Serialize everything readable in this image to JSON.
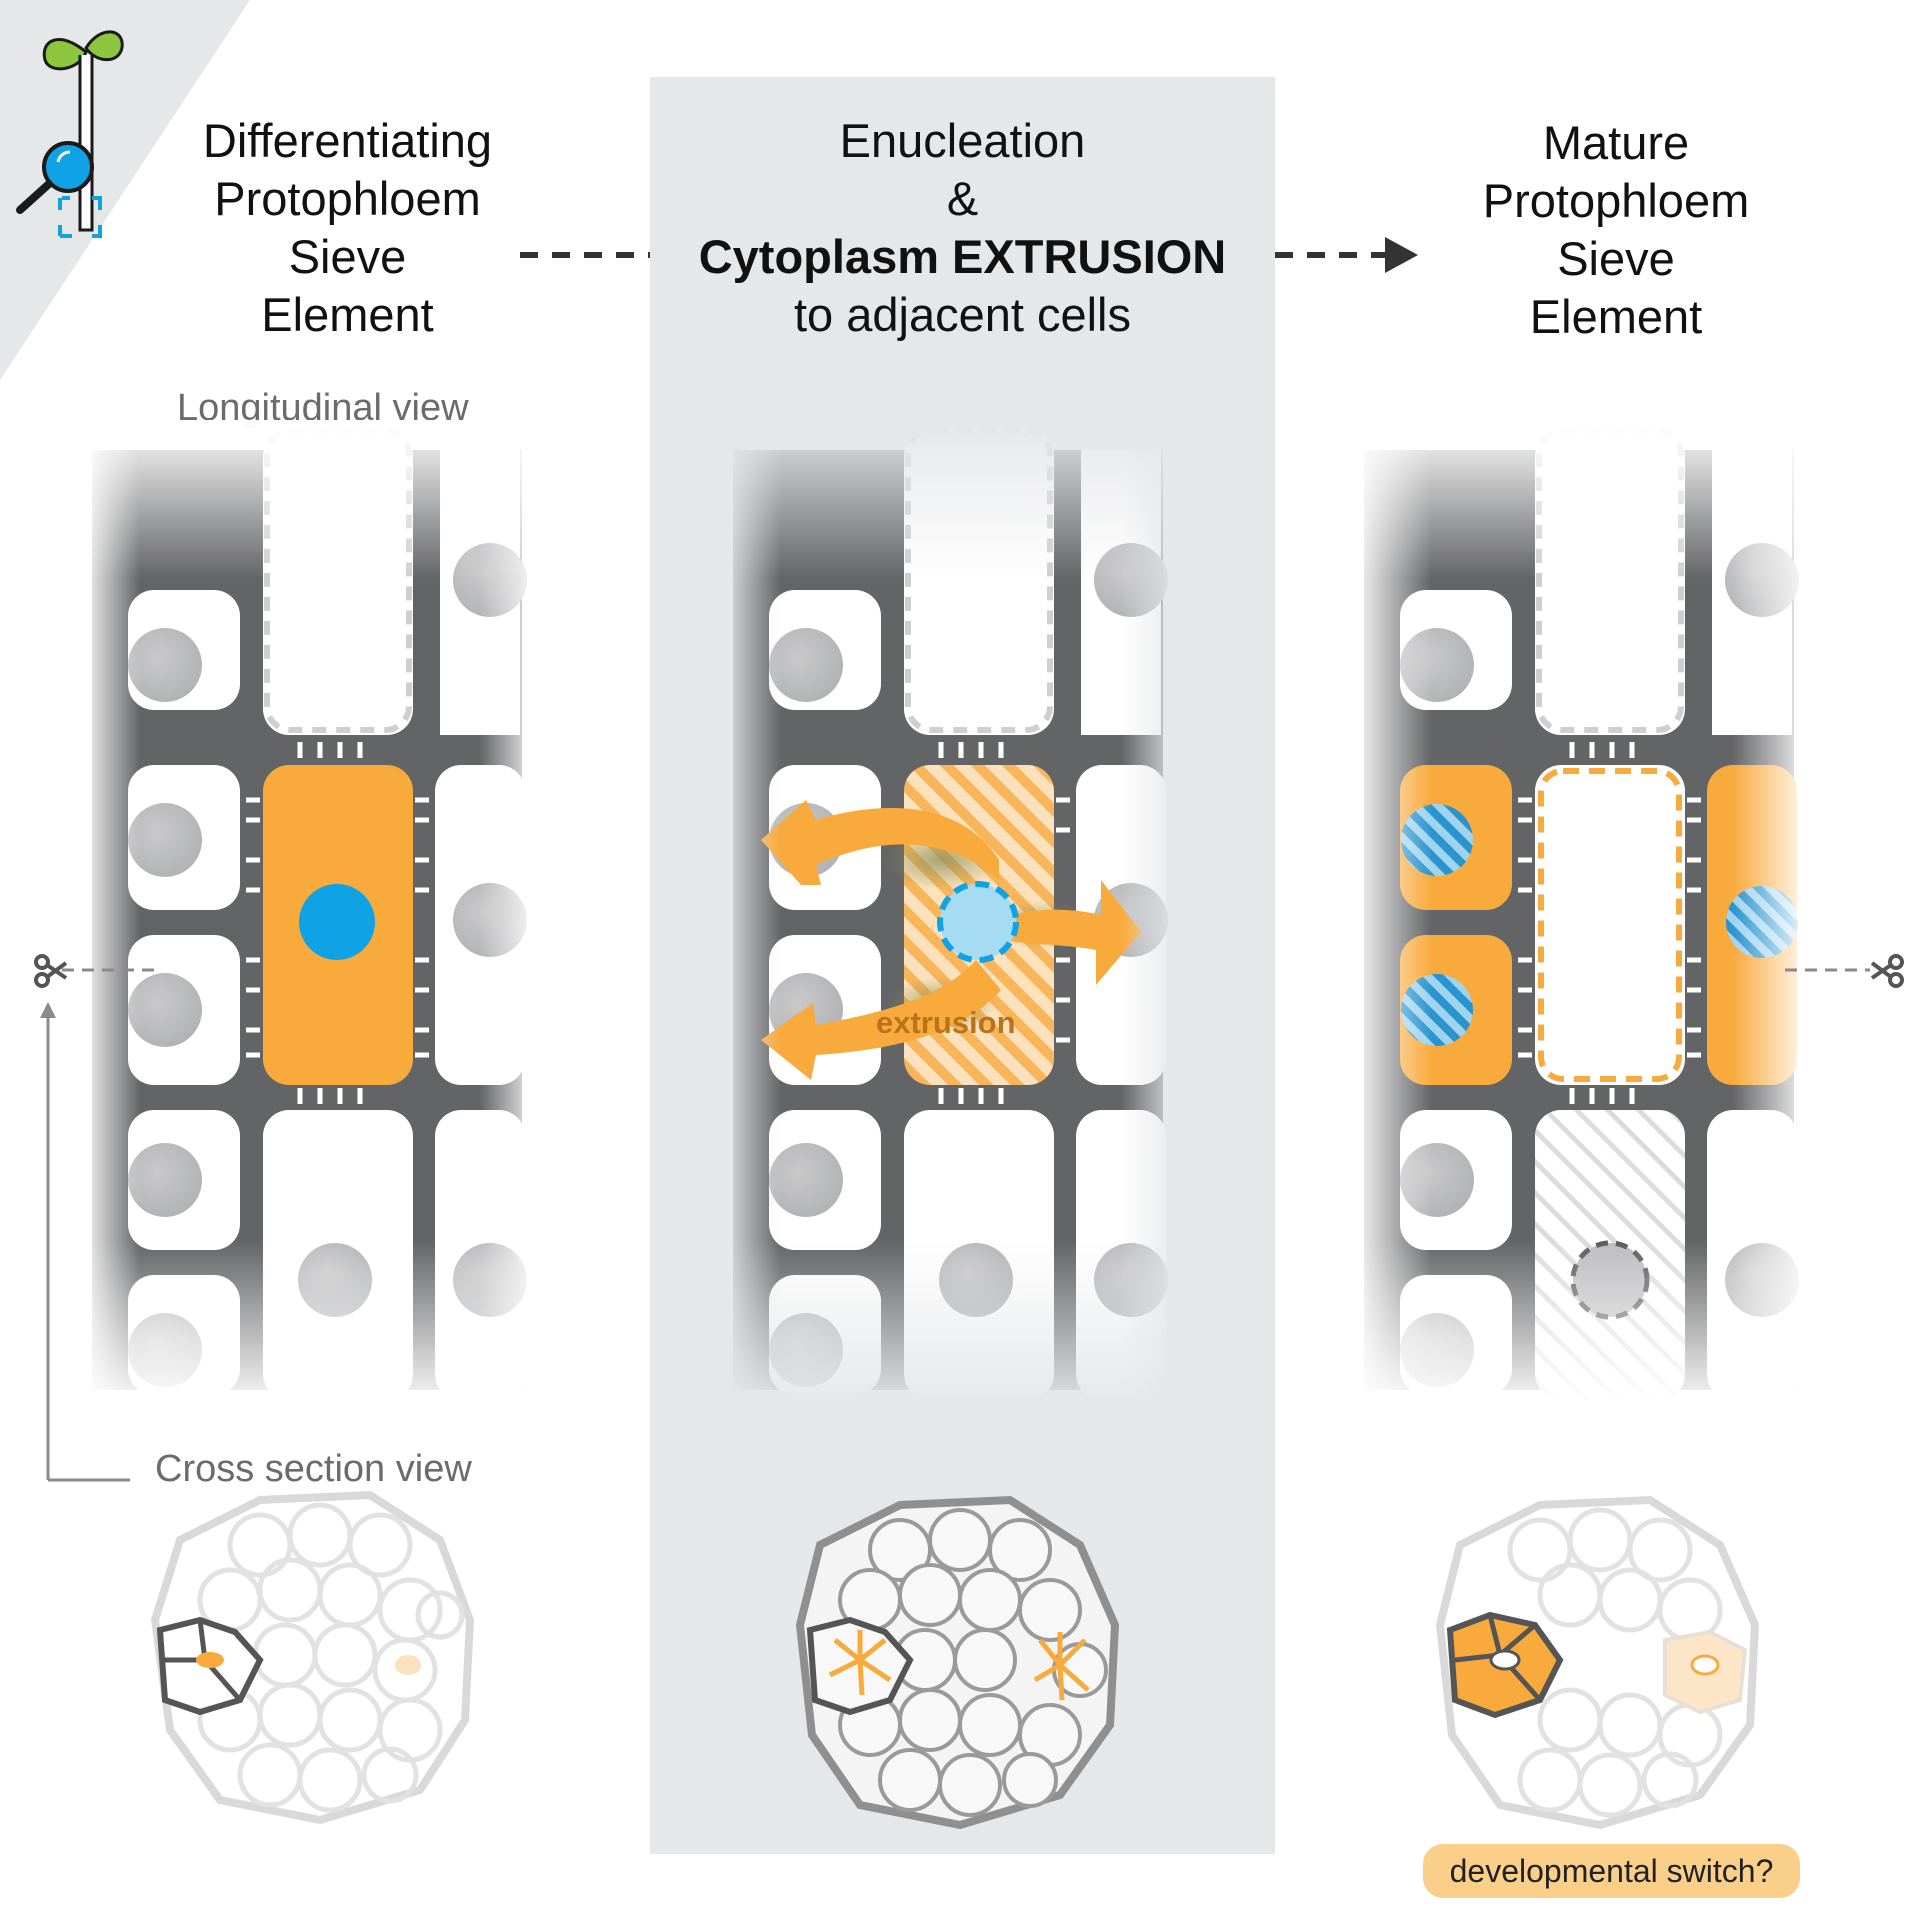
{
  "stage1": {
    "line1": "Differentiating",
    "line2": "Protophloem",
    "line3": "Sieve",
    "line4": "Element"
  },
  "stage2": {
    "line1": "Enucleation",
    "line2": "&",
    "line3": "Cytoplasm EXTRUSION",
    "line4": "to adjacent cells"
  },
  "stage3": {
    "line1": "Mature",
    "line2": "Protophloem",
    "line3": "Sieve",
    "line4": "Element"
  },
  "views": {
    "longitudinal": "Longitudinal view",
    "cross_section": "Cross section view"
  },
  "annotation": {
    "extrusion": "extrusion"
  },
  "question": "developmental switch?",
  "colors": {
    "orange": "#f8aa3c",
    "blue_nucleus": "#0fa3e6",
    "wall_gray": "#636466",
    "panel_bg": "#e6e7e9",
    "light_orange": "#f9cf8a"
  },
  "icons": [
    "seedling-icon",
    "magnifier-icon",
    "scissors-icon"
  ]
}
